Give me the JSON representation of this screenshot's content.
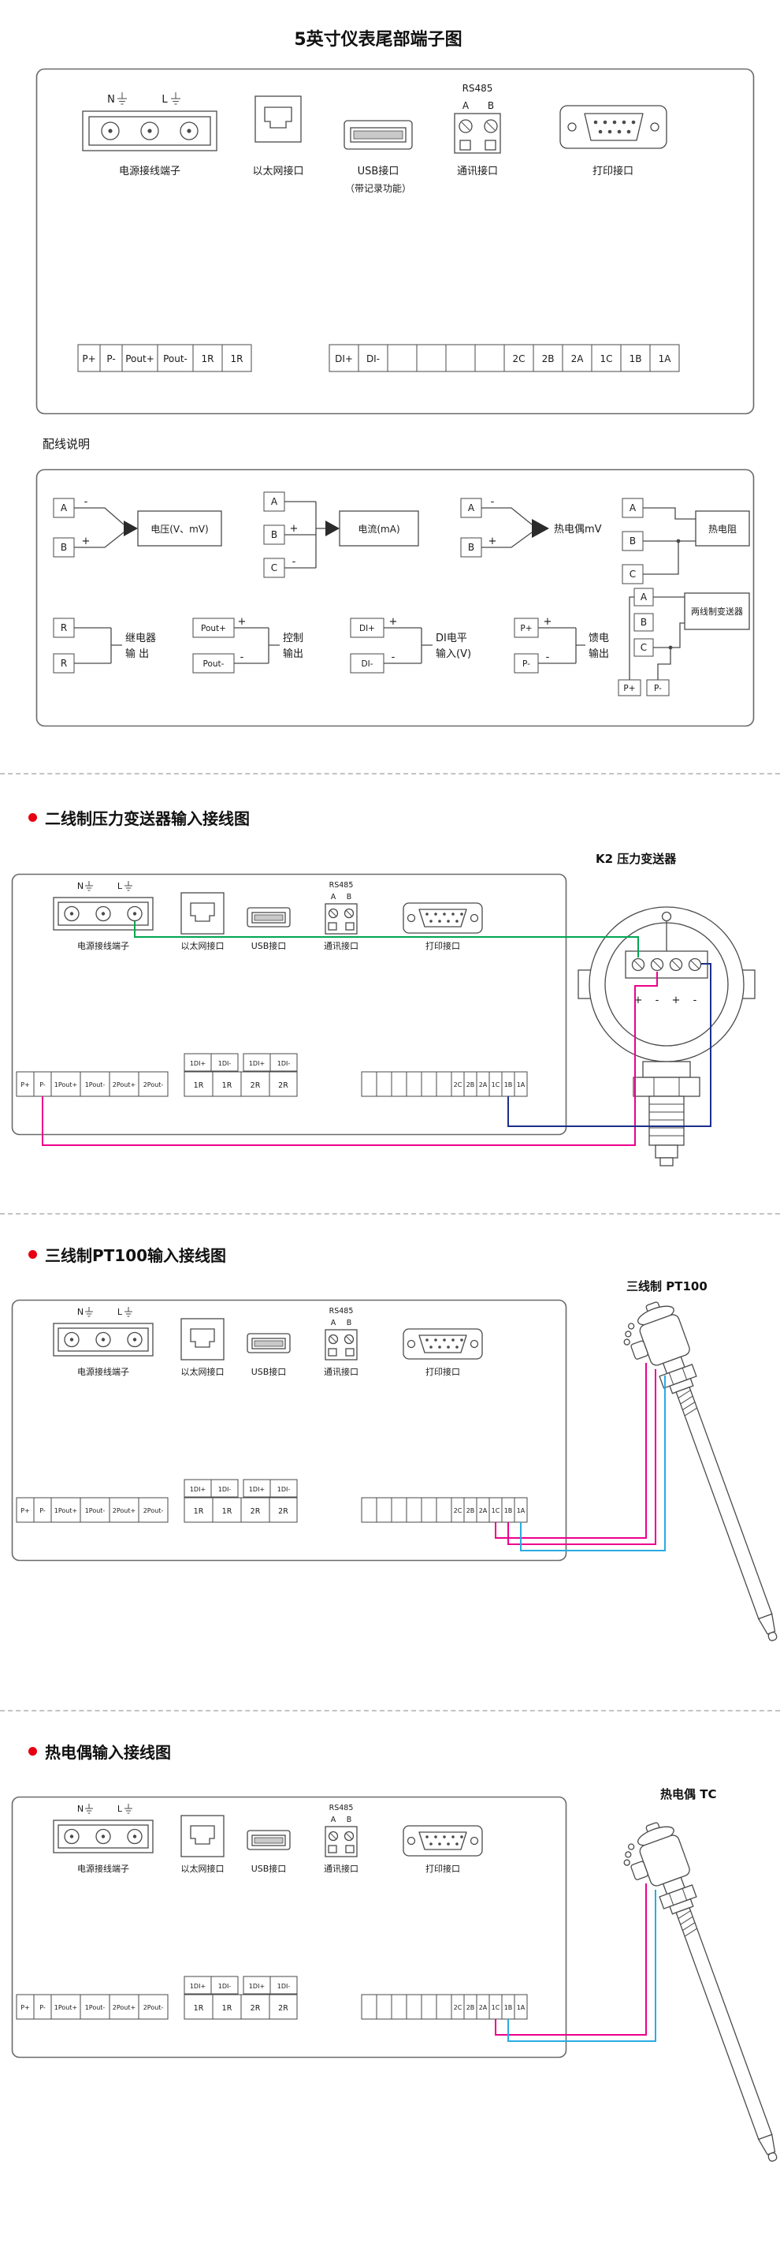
{
  "title": "5英寸仪表尾部端子图",
  "colors": {
    "green": "#00a651",
    "magenta": "#ec008c",
    "blue": "#1b2f8a",
    "cyan": "#29abe2",
    "bullet": "#e60012"
  },
  "top_panel": {
    "power_n": "N",
    "power_l": "L",
    "power_label": "电源接线端子",
    "ethernet_label": "以太网接口",
    "usb_label": "USB接口",
    "usb_note": "（带记录功能）",
    "rs485_title": "RS485",
    "rs485_a": "A",
    "rs485_b": "B",
    "comm_label": "通讯接口",
    "printer_label": "打印接口",
    "left_strip": [
      "P+",
      "P-",
      "Pout+",
      "Pout-",
      "1R",
      "1R"
    ],
    "right_strip": [
      "DI+",
      "DI-",
      "",
      "",
      "",
      "",
      "2C",
      "2B",
      "2A",
      "1C",
      "1B",
      "1A"
    ]
  },
  "wiring_notes": {
    "title": "配线说明",
    "voltage": {
      "t1": "A",
      "t2": "B",
      "s1": "-",
      "s2": "+",
      "label": "电压(V、mV)"
    },
    "current": {
      "t1": "A",
      "t2": "B",
      "t3": "C",
      "s2": "+",
      "s3": "-",
      "label": "电流(mA)"
    },
    "thermocouple": {
      "t1": "A",
      "t2": "B",
      "s1": "-",
      "s2": "+",
      "label": "热电偶mV"
    },
    "rtd": {
      "t1": "A",
      "t2": "B",
      "t3": "C",
      "label": "热电阻"
    },
    "relay": {
      "t1": "R",
      "t2": "R",
      "line1": "继电器",
      "line2": "输  出"
    },
    "control": {
      "t1": "Pout+",
      "t2": "Pout-",
      "s1": "+",
      "s2": "-",
      "line1": "控制",
      "line2": "输出"
    },
    "di": {
      "t1": "DI+",
      "t2": "DI-",
      "s1": "+",
      "s2": "-",
      "line1": "DI电平",
      "line2": "输入(V)"
    },
    "feed": {
      "t1": "P+",
      "t2": "P-",
      "s1": "+",
      "s2": "-",
      "line1": "馈电",
      "line2": "输出"
    },
    "transmitter": {
      "t1": "A",
      "t2": "B",
      "t3": "C",
      "p1": "P+",
      "p2": "P-",
      "label": "两线制变送器"
    }
  },
  "panel": {
    "power_n": "N",
    "power_l": "L",
    "power_label": "电源接线端子",
    "ethernet_label": "以太网接口",
    "usb_label": "USB接口",
    "rs485_title": "RS485",
    "rs485_a": "A",
    "rs485_b": "B",
    "comm_label": "通讯接口",
    "printer_label": "打印接口",
    "left_strip": [
      "P+",
      "P-",
      "1Pout+",
      "1Pout-",
      "2Pout+",
      "2Pout-"
    ],
    "di_strip": [
      "1DI+",
      "1DI-",
      "1DI+",
      "1DI-"
    ],
    "r_strip": [
      "1R",
      "1R",
      "2R",
      "2R"
    ],
    "right_strip": [
      "2C",
      "2B",
      "2A",
      "1C",
      "1B",
      "1A"
    ]
  },
  "sections": {
    "s2": {
      "title": "二线制压力变送器输入接线图",
      "device": "K2 压力变送器",
      "signs": [
        "+",
        "-",
        "+",
        "-"
      ]
    },
    "s3": {
      "title": "三线制PT100输入接线图",
      "device": "三线制 PT100"
    },
    "s4": {
      "title": "热电偶输入接线图",
      "device": "热电偶 TC"
    }
  }
}
